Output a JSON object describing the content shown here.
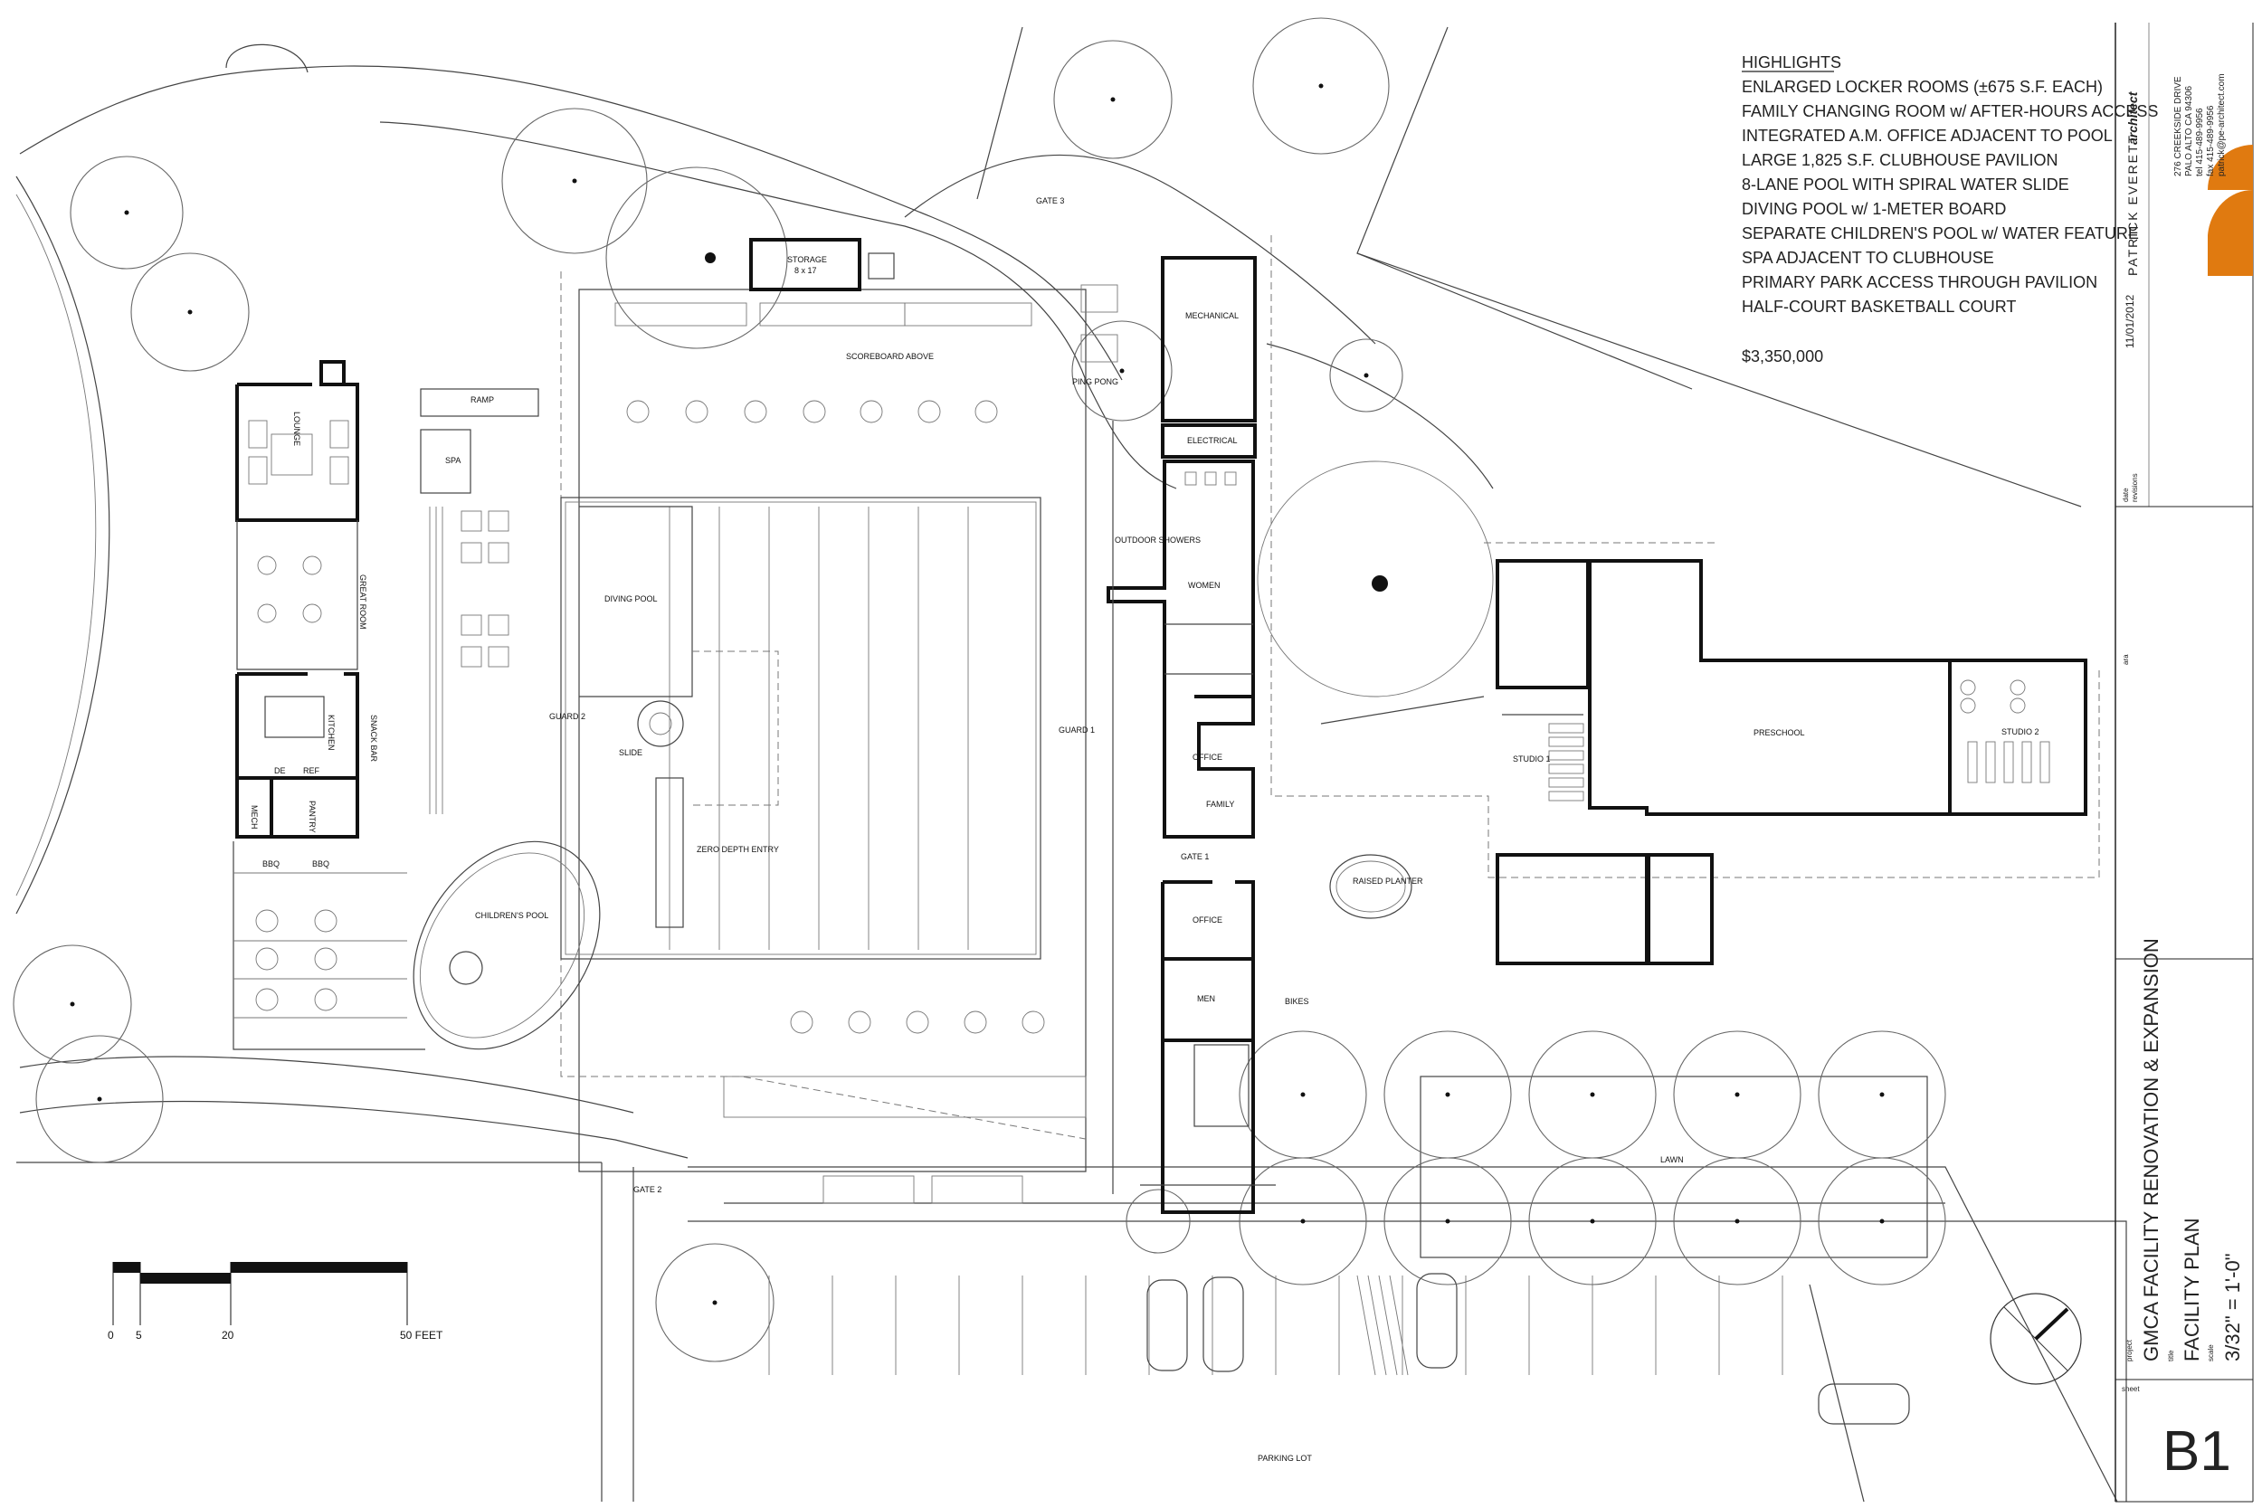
{
  "highlights": {
    "heading": "HIGHLIGHTS",
    "items": [
      "ENLARGED LOCKER ROOMS (±675 S.F. EACH)",
      "FAMILY CHANGING ROOM w/ AFTER-HOURS ACCESS",
      "INTEGRATED A.M. OFFICE ADJACENT TO POOL",
      "LARGE 1,825 S.F. CLUBHOUSE PAVILION",
      "8-LANE POOL WITH SPIRAL WATER SLIDE",
      "DIVING POOL w/ 1-METER BOARD",
      "SEPARATE CHILDREN'S POOL w/ WATER FEATURE",
      "SPA ADJACENT TO CLUBHOUSE",
      "PRIMARY PARK ACCESS THROUGH PAVILION",
      "HALF-COURT BASKETBALL COURT"
    ],
    "cost": "$3,350,000"
  },
  "title_block": {
    "firm": "PATRICK EVERETT",
    "firm_suffix": "architect",
    "address_line1": "276 CREEKSIDE DRIVE",
    "address_line2": "PALO ALTO CA 94306",
    "tel": "tel 415-489-9956",
    "fax": "fax 415-489-9956",
    "email": "patrick@pe-architect.com",
    "date": "11/01/2012",
    "date_label": "date",
    "revision_label": "revisions",
    "ara_label": "ara",
    "project_label": "project",
    "project": "GMCA FACILITY RENOVATION & EXPANSION",
    "title_label": "title",
    "title": "FACILITY PLAN",
    "scale_label": "scale",
    "scale": "3/32\" = 1'-0\"",
    "sheet_label": "sheet",
    "sheet": "B1",
    "accent_color": "#e07a10"
  },
  "scale_bar": {
    "ticks": [
      "0",
      "5",
      "20",
      "50 FEET"
    ]
  },
  "labels": {
    "gate3": "GATE 3",
    "gate2": "GATE 2",
    "gate1": "GATE 1",
    "storage": "STORAGE",
    "storage_size": "8 x 17",
    "scoreboard": "SCOREBOARD ABOVE",
    "ping_pong": "PING PONG",
    "mechanical": "MECHANICAL",
    "electrical": "ELECTRICAL",
    "ramp": "RAMP",
    "spa": "SPA",
    "lounge": "LOUNGE",
    "great_room": "GREAT ROOM",
    "kitchen": "KITCHEN",
    "snack_bar": "SNACK BAR",
    "mech": "MECH",
    "pantry": "PANTRY",
    "bbq1": "BBQ",
    "bbq2": "BBQ",
    "de": "DE",
    "ref": "REF",
    "diving_pool": "DIVING POOL",
    "guard2": "GUARD 2",
    "slide": "SLIDE",
    "guard1": "GUARD 1",
    "zero_depth": "ZERO DEPTH ENTRY",
    "childrens_pool": "CHILDREN'S POOL",
    "outdoor_showers": "OUTDOOR SHOWERS",
    "women": "WOMEN",
    "office1": "OFFICE",
    "family": "FAMILY",
    "office2": "OFFICE",
    "men": "MEN",
    "bikes": "BIKES",
    "raised_planter": "RAISED PLANTER",
    "studio1": "STUDIO 1",
    "preschool": "PRESCHOOL",
    "studio2": "STUDIO 2",
    "lawn": "LAWN",
    "parking_lot": "PARKING LOT"
  }
}
